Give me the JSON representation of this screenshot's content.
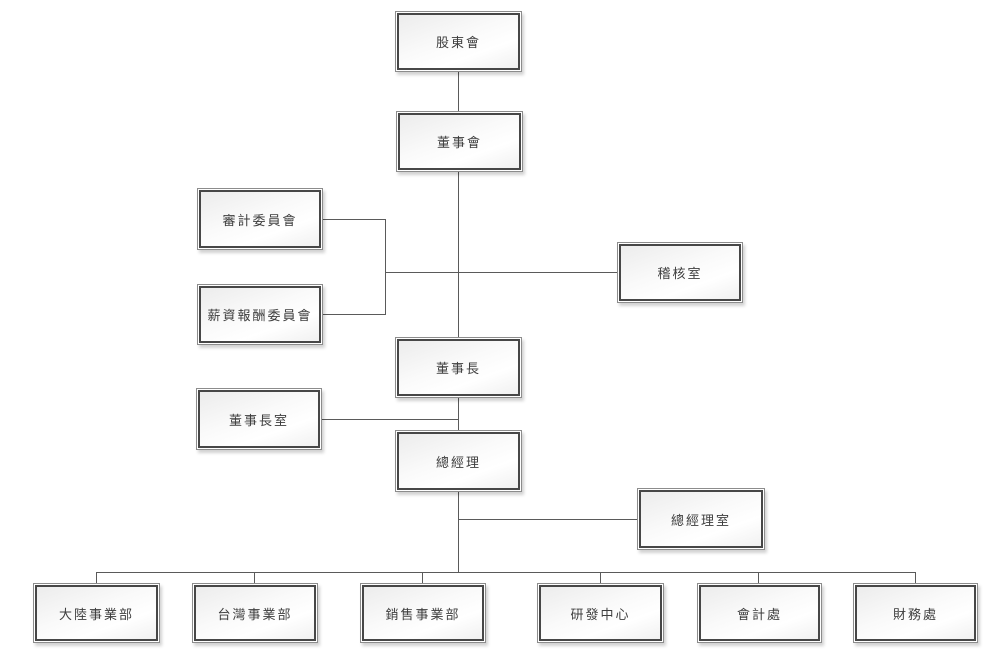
{
  "diagram": {
    "type": "org-chart",
    "language": "zh-TW",
    "background_color": "#ffffff",
    "colors": {
      "box_inner_border": "#474747",
      "box_outer_border": "#8c8c8c",
      "box_fill_light": "#ffffff",
      "box_fill_shade": "#ececec",
      "connector_line": "#5a5a5a",
      "text": "#3d3d3d"
    },
    "nodes": [
      {
        "id": "shareholders-meeting",
        "label": "股東會"
      },
      {
        "id": "board-of-directors",
        "label": "董事會"
      },
      {
        "id": "audit-committee",
        "label": "審計委員會"
      },
      {
        "id": "compensation-committee",
        "label": "薪資報酬委員會"
      },
      {
        "id": "audit-office",
        "label": "稽核室"
      },
      {
        "id": "chairman",
        "label": "董事長"
      },
      {
        "id": "chairman-office",
        "label": "董事長室"
      },
      {
        "id": "general-manager",
        "label": "總經理"
      },
      {
        "id": "general-manager-office",
        "label": "總經理室"
      },
      {
        "id": "mainland-business-division",
        "label": "大陸事業部"
      },
      {
        "id": "taiwan-business-division",
        "label": "台灣事業部"
      },
      {
        "id": "sales-business-division",
        "label": "銷售事業部"
      },
      {
        "id": "rd-center",
        "label": "研發中心"
      },
      {
        "id": "accounting-department",
        "label": "會計處"
      },
      {
        "id": "finance-department",
        "label": "財務處"
      }
    ],
    "edges": [
      {
        "from": "shareholders-meeting",
        "to": "board-of-directors"
      },
      {
        "from": "board-of-directors",
        "to": "audit-committee"
      },
      {
        "from": "board-of-directors",
        "to": "compensation-committee"
      },
      {
        "from": "board-of-directors",
        "to": "audit-office"
      },
      {
        "from": "board-of-directors",
        "to": "chairman"
      },
      {
        "from": "chairman",
        "to": "chairman-office"
      },
      {
        "from": "chairman",
        "to": "general-manager"
      },
      {
        "from": "general-manager",
        "to": "general-manager-office"
      },
      {
        "from": "general-manager",
        "to": "mainland-business-division"
      },
      {
        "from": "general-manager",
        "to": "taiwan-business-division"
      },
      {
        "from": "general-manager",
        "to": "sales-business-division"
      },
      {
        "from": "general-manager",
        "to": "rd-center"
      },
      {
        "from": "general-manager",
        "to": "accounting-department"
      },
      {
        "from": "general-manager",
        "to": "finance-department"
      }
    ]
  }
}
